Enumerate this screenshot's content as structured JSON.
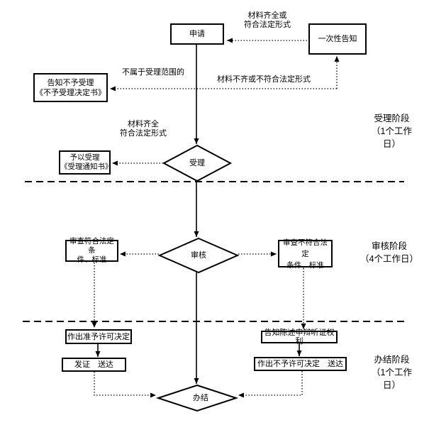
{
  "nodes": {
    "apply": {
      "label": "申请"
    },
    "one_time_notice": {
      "label": "一次性告知"
    },
    "reject_notice": {
      "lines": [
        "告知不予受理",
        "《不予受理决定书》"
      ]
    },
    "accept_diamond": {
      "label": "受理"
    },
    "accept_notice": {
      "lines": [
        "予以受理",
        "《受理通知书》"
      ]
    },
    "review_diamond": {
      "label": "审核"
    },
    "review_pass": {
      "lines": [
        "审查符合法定条",
        "件、标准"
      ]
    },
    "review_fail": {
      "lines": [
        "审查不符合法定",
        "条件、标准"
      ]
    },
    "grant_decision": {
      "label": "作出准予许可决定"
    },
    "issue_deliver": {
      "label": "发证　送达"
    },
    "hearing_rights": {
      "label": "告知陈述申辩听证权利"
    },
    "deny_decision": {
      "label": "作出不予许可决定　送达"
    },
    "complete_diamond": {
      "label": "办结"
    }
  },
  "edge_labels": {
    "materials_complete_top": {
      "lines": [
        "材料齐全或",
        "符合法定形式"
      ]
    },
    "out_of_scope": {
      "label": "不属于受理范围的"
    },
    "materials_incomplete": {
      "label": "材料不齐或不符合法定形式"
    },
    "materials_complete_mid": {
      "lines": [
        "材料齐全",
        "符合法定形式"
      ]
    }
  },
  "stages": {
    "accept_stage": {
      "lines": [
        "受理阶段",
        "（1个工作",
        "日）"
      ]
    },
    "review_stage": {
      "lines": [
        "审核阶段",
        "（4个工作日）"
      ]
    },
    "complete_stage": {
      "lines": [
        "办结阶段",
        "（1个工作",
        "日）"
      ]
    }
  },
  "colors": {
    "line": "#000000",
    "text": "#000000",
    "background": "#ffffff"
  }
}
